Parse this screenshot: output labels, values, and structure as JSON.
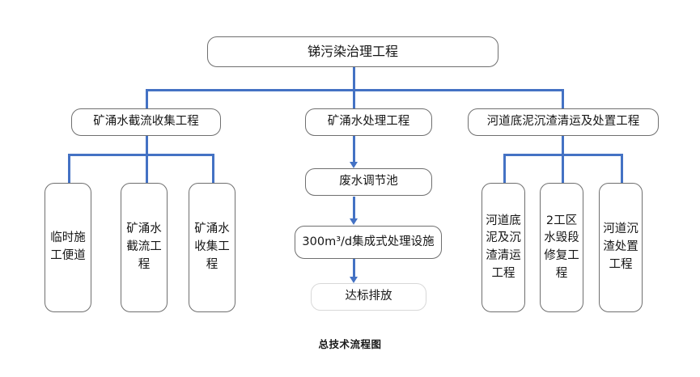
{
  "diagram": {
    "caption": "总技术流程图",
    "accent_color": "#4472c4",
    "box_border_color": "#6f6f6f",
    "root": {
      "label": "锑污染治理工程"
    },
    "branches": [
      {
        "id": "branch-left",
        "header": {
          "label": "矿涌水截流收集工程"
        },
        "children": [
          {
            "label": "临时施工便道"
          },
          {
            "label": "矿涌水截流工程"
          },
          {
            "label": "矿涌水收集工程"
          }
        ]
      },
      {
        "id": "branch-middle",
        "header": {
          "label": "矿涌水处理工程"
        },
        "children": [
          {
            "label": "废水调节池"
          },
          {
            "label": "300m³/d集成式处理设施"
          },
          {
            "label": "达标排放"
          }
        ]
      },
      {
        "id": "branch-right",
        "header": {
          "label": "河道底泥沉渣清运及处置工程"
        },
        "children": [
          {
            "label": "河道底泥及沉渣清运工程"
          },
          {
            "label": "2工区水毁段修复工程"
          },
          {
            "label": "河道沉渣处置工程"
          }
        ]
      }
    ]
  }
}
